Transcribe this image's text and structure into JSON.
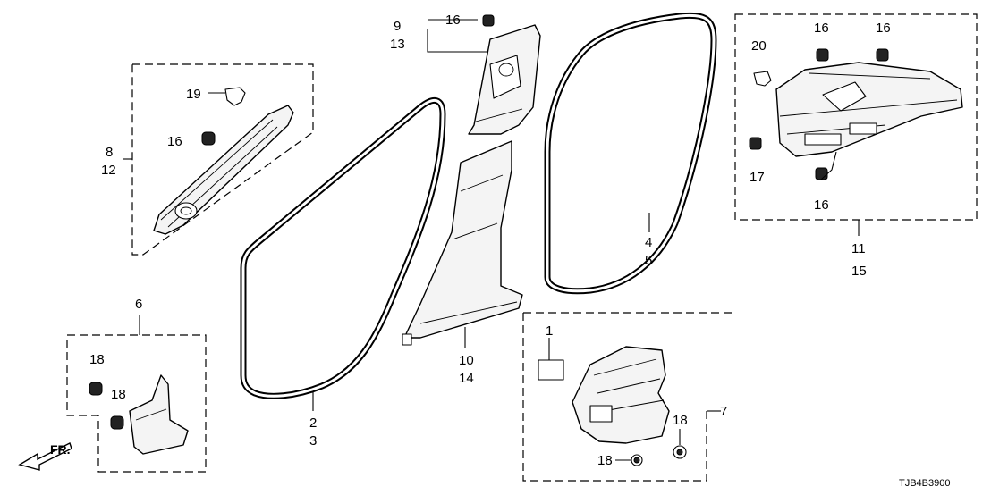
{
  "callouts": {
    "c1": "1",
    "c2": "2",
    "c3": "3",
    "c4": "4",
    "c5": "5",
    "c6": "6",
    "c7": "7",
    "c8": "8",
    "c9": "9",
    "c10": "10",
    "c11": "11",
    "c12": "12",
    "c13": "13",
    "c14": "14",
    "c15": "15",
    "c16a": "16",
    "c16b": "16",
    "c16c": "16",
    "c16d": "16",
    "c16e": "16",
    "c17": "17",
    "c18a": "18",
    "c18b": "18",
    "c18c": "18",
    "c18d": "18",
    "c19": "19",
    "c20": "20"
  },
  "direction_label": "FR.",
  "diagram_code": "TJB4B3900",
  "icons": {
    "front_arrow": "front-direction-arrow-icon"
  }
}
